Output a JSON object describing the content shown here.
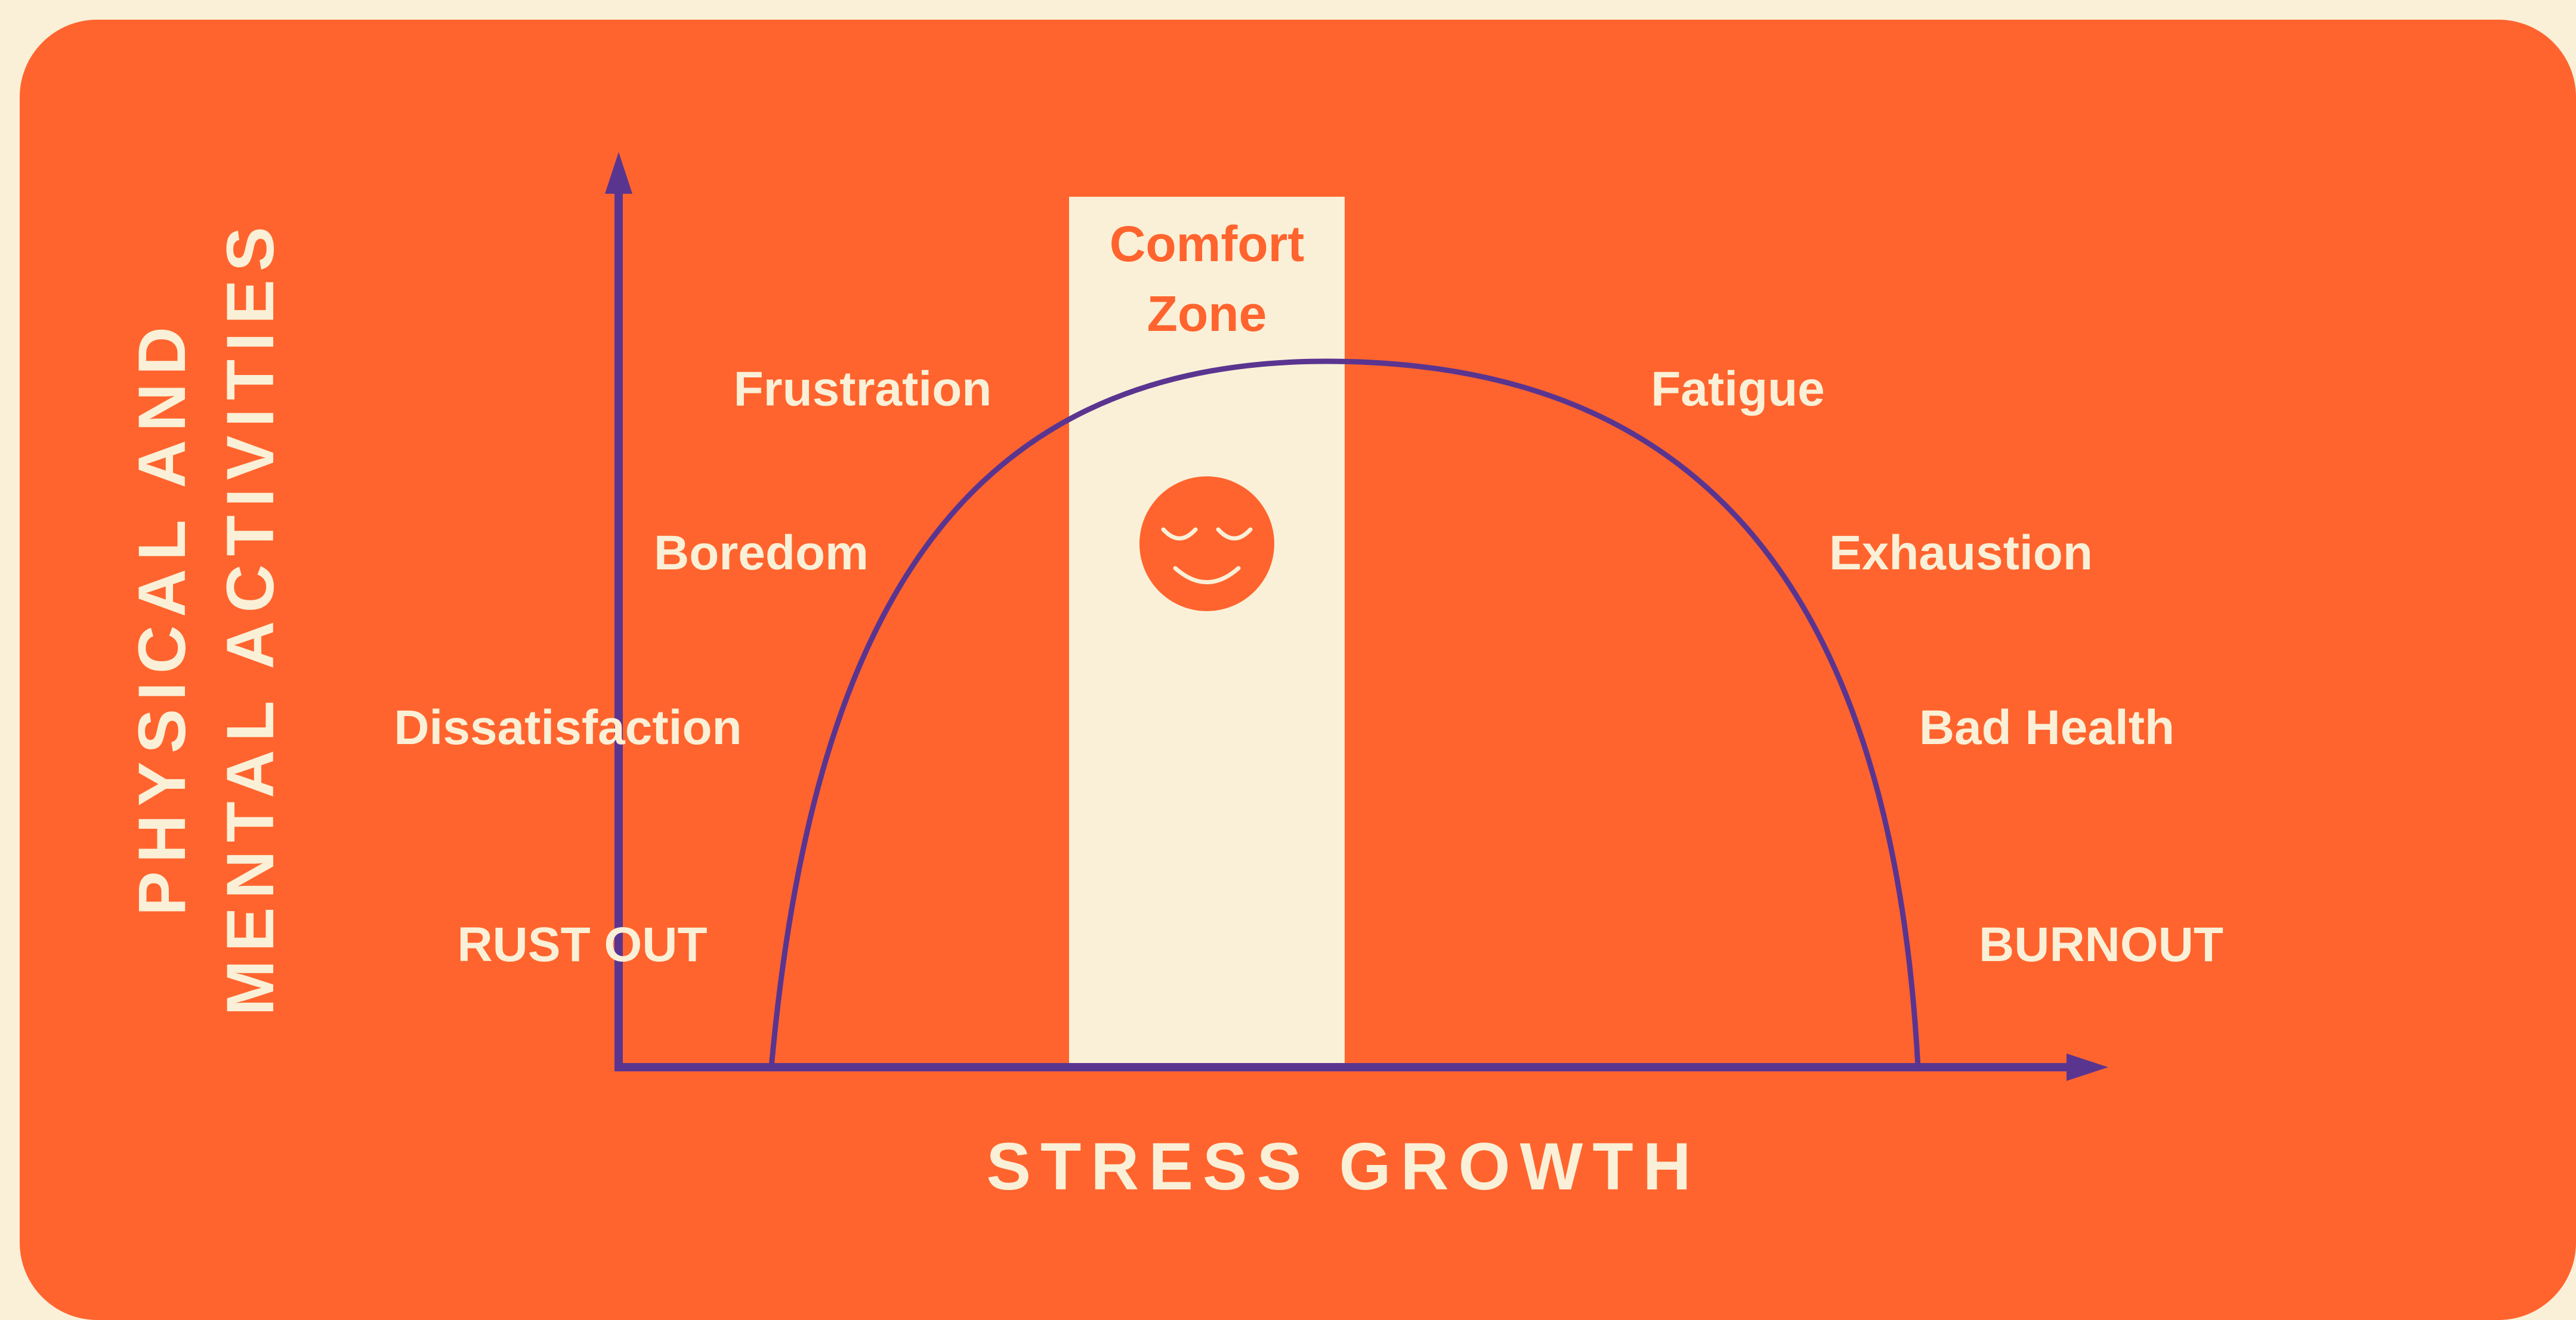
{
  "colors": {
    "page_background": "#faf0d7",
    "panel": "#ff642e",
    "axis_and_curve": "#5a3590",
    "label_text": "#faf0d7",
    "comfort_band": "#faf0d7",
    "comfort_text": "#ff642e"
  },
  "axes": {
    "y_label_line1": "PHYSICAL AND",
    "y_label_line2": "MENTAL ACTIVITIES",
    "x_label": "STRESS GROWTH"
  },
  "comfort_zone": {
    "line1": "Comfort",
    "line2": "Zone",
    "icon": "smiling-face-icon"
  },
  "left_labels": {
    "frustration": "Frustration",
    "boredom": "Boredom",
    "dissatisfaction": "Dissatisfaction",
    "rust_out": "RUST OUT"
  },
  "right_labels": {
    "fatigue": "Fatigue",
    "exhaustion": "Exhaustion",
    "bad_health": "Bad Health",
    "burnout": "BURNOUT"
  }
}
